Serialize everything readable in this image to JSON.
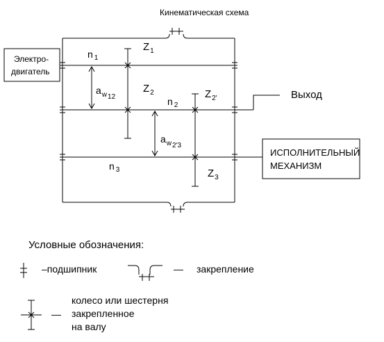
{
  "title": "Кинематическая схема",
  "motor": {
    "line1": "Электро-",
    "line2": "двигатель"
  },
  "output": "Выход",
  "mechanism": {
    "line1": "ИСПОЛНИТЕЛЬНЫЙ",
    "line2": "МЕХАНИЗМ"
  },
  "shafts": {
    "n1": {
      "main": "n",
      "sub": "1"
    },
    "n2": {
      "main": "n",
      "sub": "2"
    },
    "n3": {
      "main": "n",
      "sub": "3"
    }
  },
  "gears": {
    "z1": {
      "main": "Z",
      "sub": "1"
    },
    "z2": {
      "main": "Z",
      "sub": "2"
    },
    "z2p": {
      "main": "Z",
      "sub": "2'"
    },
    "z3": {
      "main": "Z",
      "sub": "3"
    }
  },
  "distances": {
    "aw12": {
      "main": "a",
      "sub1": "w",
      "sub2": "12"
    },
    "aw23": {
      "main": "a",
      "sub1": "w",
      "sub2": "2'3"
    }
  },
  "legend": {
    "heading": "Условные обозначения:",
    "bearing": "–подшипник",
    "fixing_dash": "—",
    "fixing": "закрепление",
    "wheel_dash": "—",
    "wheel_line1": "колесо или шестерня",
    "wheel_line2": "закрепленное",
    "wheel_line3": "на валу"
  }
}
